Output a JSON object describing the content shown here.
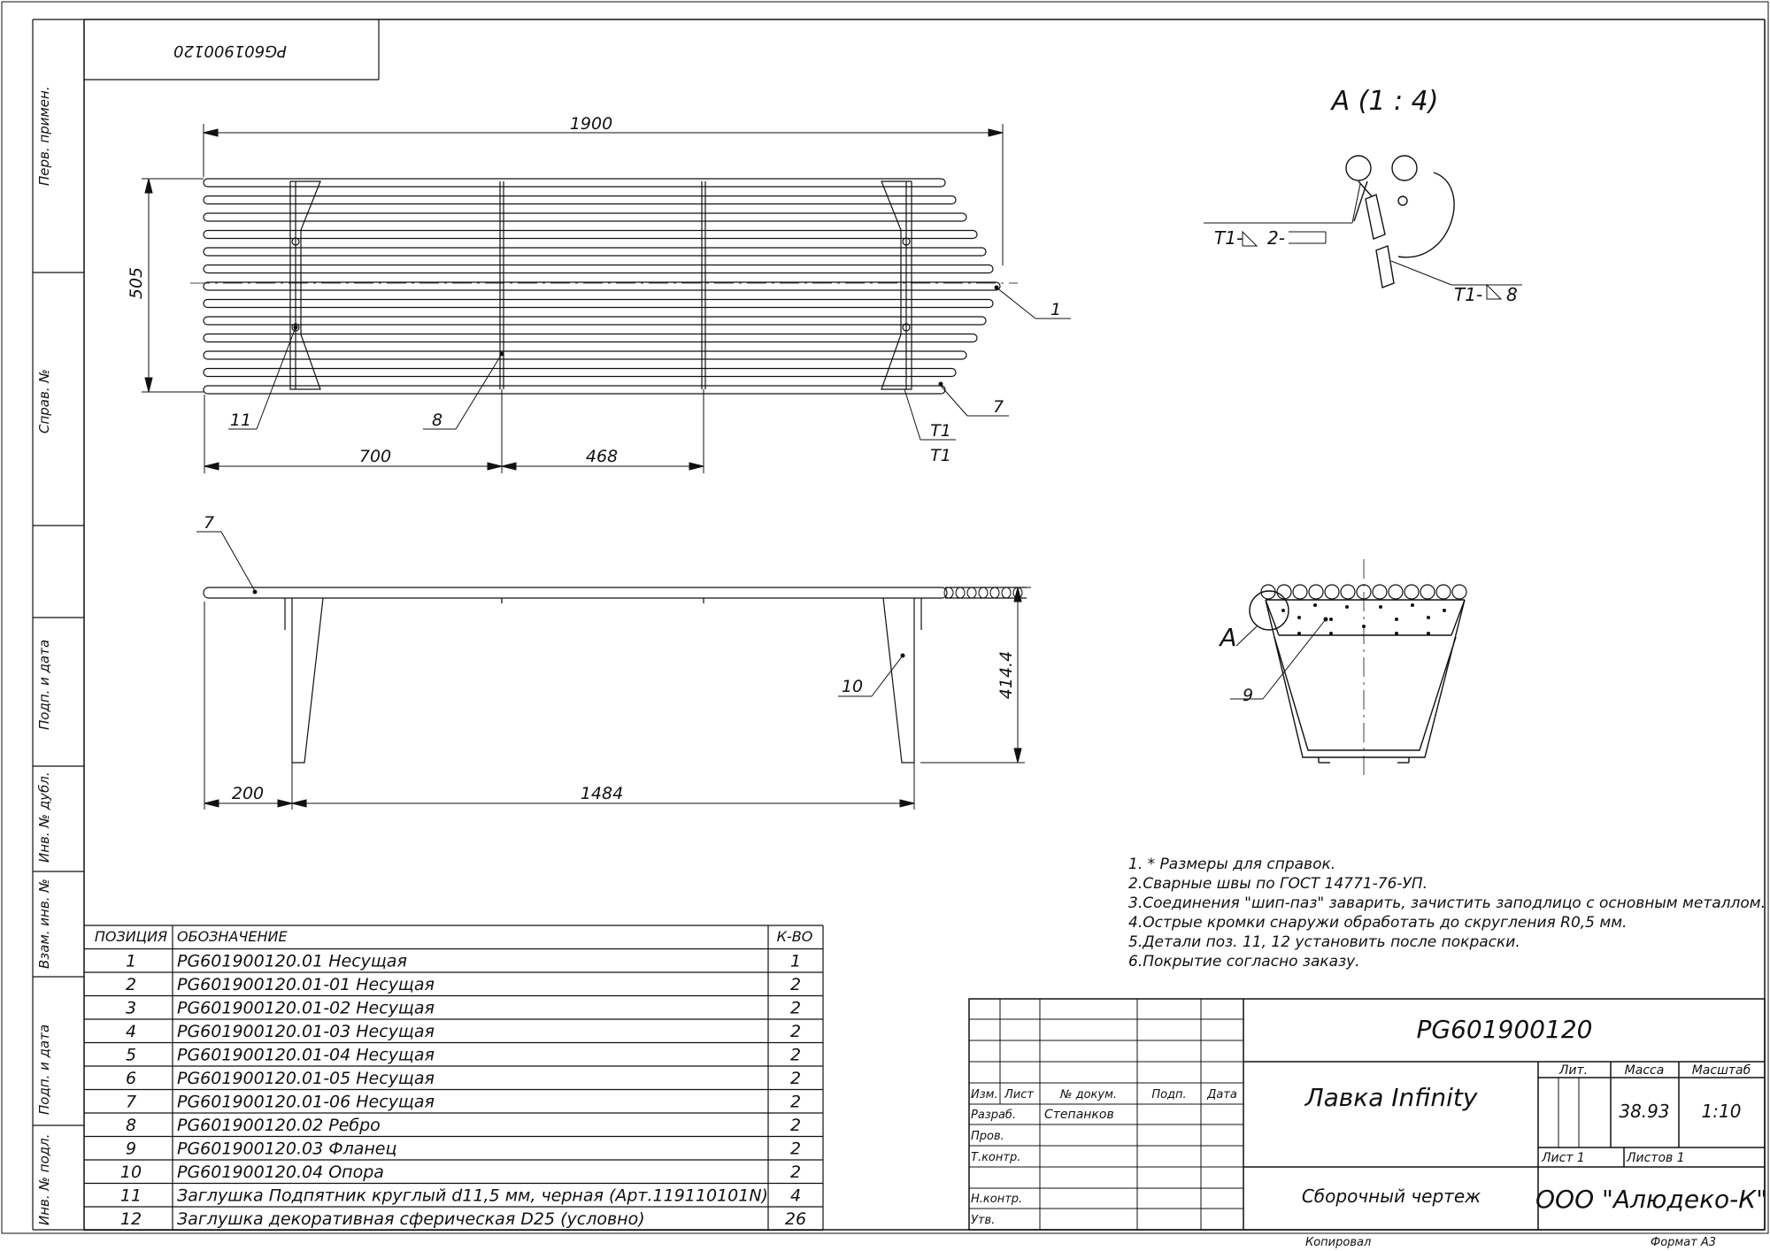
{
  "stamp_top": "PG601900120",
  "side_labels": [
    "Перв. примен.",
    "Справ. №",
    "Подп. и дата",
    "Инв. № дубл.",
    "Взам. инв. №",
    "Подп. и дата",
    "Инв. № подл."
  ],
  "top_view": {
    "dim_length": "1900",
    "dim_width": "505",
    "dim_a": "700",
    "dim_b": "468",
    "callouts": [
      "1",
      "7",
      "11",
      "8"
    ],
    "weld_marks": [
      "T1",
      "T1"
    ]
  },
  "front_view": {
    "dim_height": "414.4",
    "dim_left": "200",
    "dim_span": "1484",
    "callouts": [
      "7",
      "10"
    ]
  },
  "detail": {
    "title": "A (1 : 4)",
    "weld_left": "T1-",
    "weld_left_leg": "2-",
    "weld_right": "T1-",
    "weld_right_leg": "8"
  },
  "section": {
    "label": "A",
    "callout": "9"
  },
  "notes": [
    "1. * Размеры для справок.",
    "2.Сварные швы по ГОСТ 14771-76-УП.",
    "3.Соединения \"шип-паз\" заварить, зачистить заподлицо с основным металлом.",
    "4.Острые кромки снаружи обработать до скругления R0,5 мм.",
    "5.Детали поз. 11, 12 установить после покраски.",
    "6.Покрытие согласно заказу."
  ],
  "bom": {
    "headers": [
      "ПОЗИЦИЯ",
      "ОБОЗНАЧЕНИЕ",
      "К-ВО"
    ],
    "rows": [
      [
        "1",
        "PG601900120.01 Несущая",
        "1"
      ],
      [
        "2",
        "PG601900120.01-01 Несущая",
        "2"
      ],
      [
        "3",
        "PG601900120.01-02 Несущая",
        "2"
      ],
      [
        "4",
        "PG601900120.01-03 Несущая",
        "2"
      ],
      [
        "5",
        "PG601900120.01-04 Несущая",
        "2"
      ],
      [
        "6",
        "PG601900120.01-05 Несущая",
        "2"
      ],
      [
        "7",
        "PG601900120.01-06 Несущая",
        "2"
      ],
      [
        "8",
        "PG601900120.02 Ребро",
        "2"
      ],
      [
        "9",
        "PG601900120.03 Фланец",
        "2"
      ],
      [
        "10",
        "PG601900120.04 Опора",
        "2"
      ],
      [
        "11",
        "Заглушка Подпятник круглый d11,5 мм, черная (Арт.119110101N)",
        "4"
      ],
      [
        "12",
        "Заглушка декоративная сферическая D25 (условно)",
        "26"
      ]
    ]
  },
  "title_block": {
    "doc_number": "PG601900120",
    "name": "Лавка Infinity",
    "doc_type": "Сборочный чертеж",
    "company": "ООО \"Алюдеко-К\"",
    "col_izm": "Изм.",
    "col_list": "Лист",
    "col_docnum": "№ докум.",
    "col_podp": "Подп.",
    "col_data": "Дата",
    "razrab": "Разраб.",
    "razrab_name": "Степанков",
    "prov": "Пров.",
    "tkontr": "Т.контр.",
    "nkontr": "Н.контр.",
    "utv": "Утв.",
    "lit": "Лит.",
    "massa": "Масса",
    "masshtab": "Масштаб",
    "mass_value": "38.93",
    "scale_value": "1:10",
    "sheet": "Лист 1",
    "sheets": "Листов 1",
    "copied": "Копировал",
    "format": "Формат А3"
  }
}
